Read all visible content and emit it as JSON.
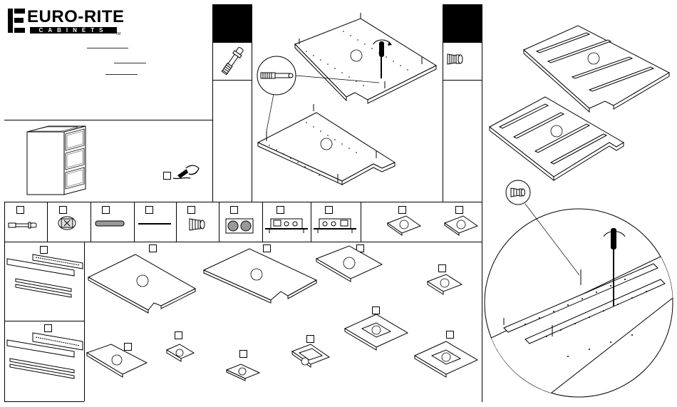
{
  "header": {
    "brand_name": "EURO-RITE",
    "brand_subtitle": "CABINETS",
    "trademark": "TM"
  },
  "icons": {
    "logo": "euro-rite-logo",
    "note": "pencil-writing-icon",
    "cam_bolt": "cam-bolt-icon",
    "dowel_insert": "dowel-insert-icon",
    "screwdriver": "screwdriver-icon",
    "magnifier": "magnifier-circle"
  }
}
